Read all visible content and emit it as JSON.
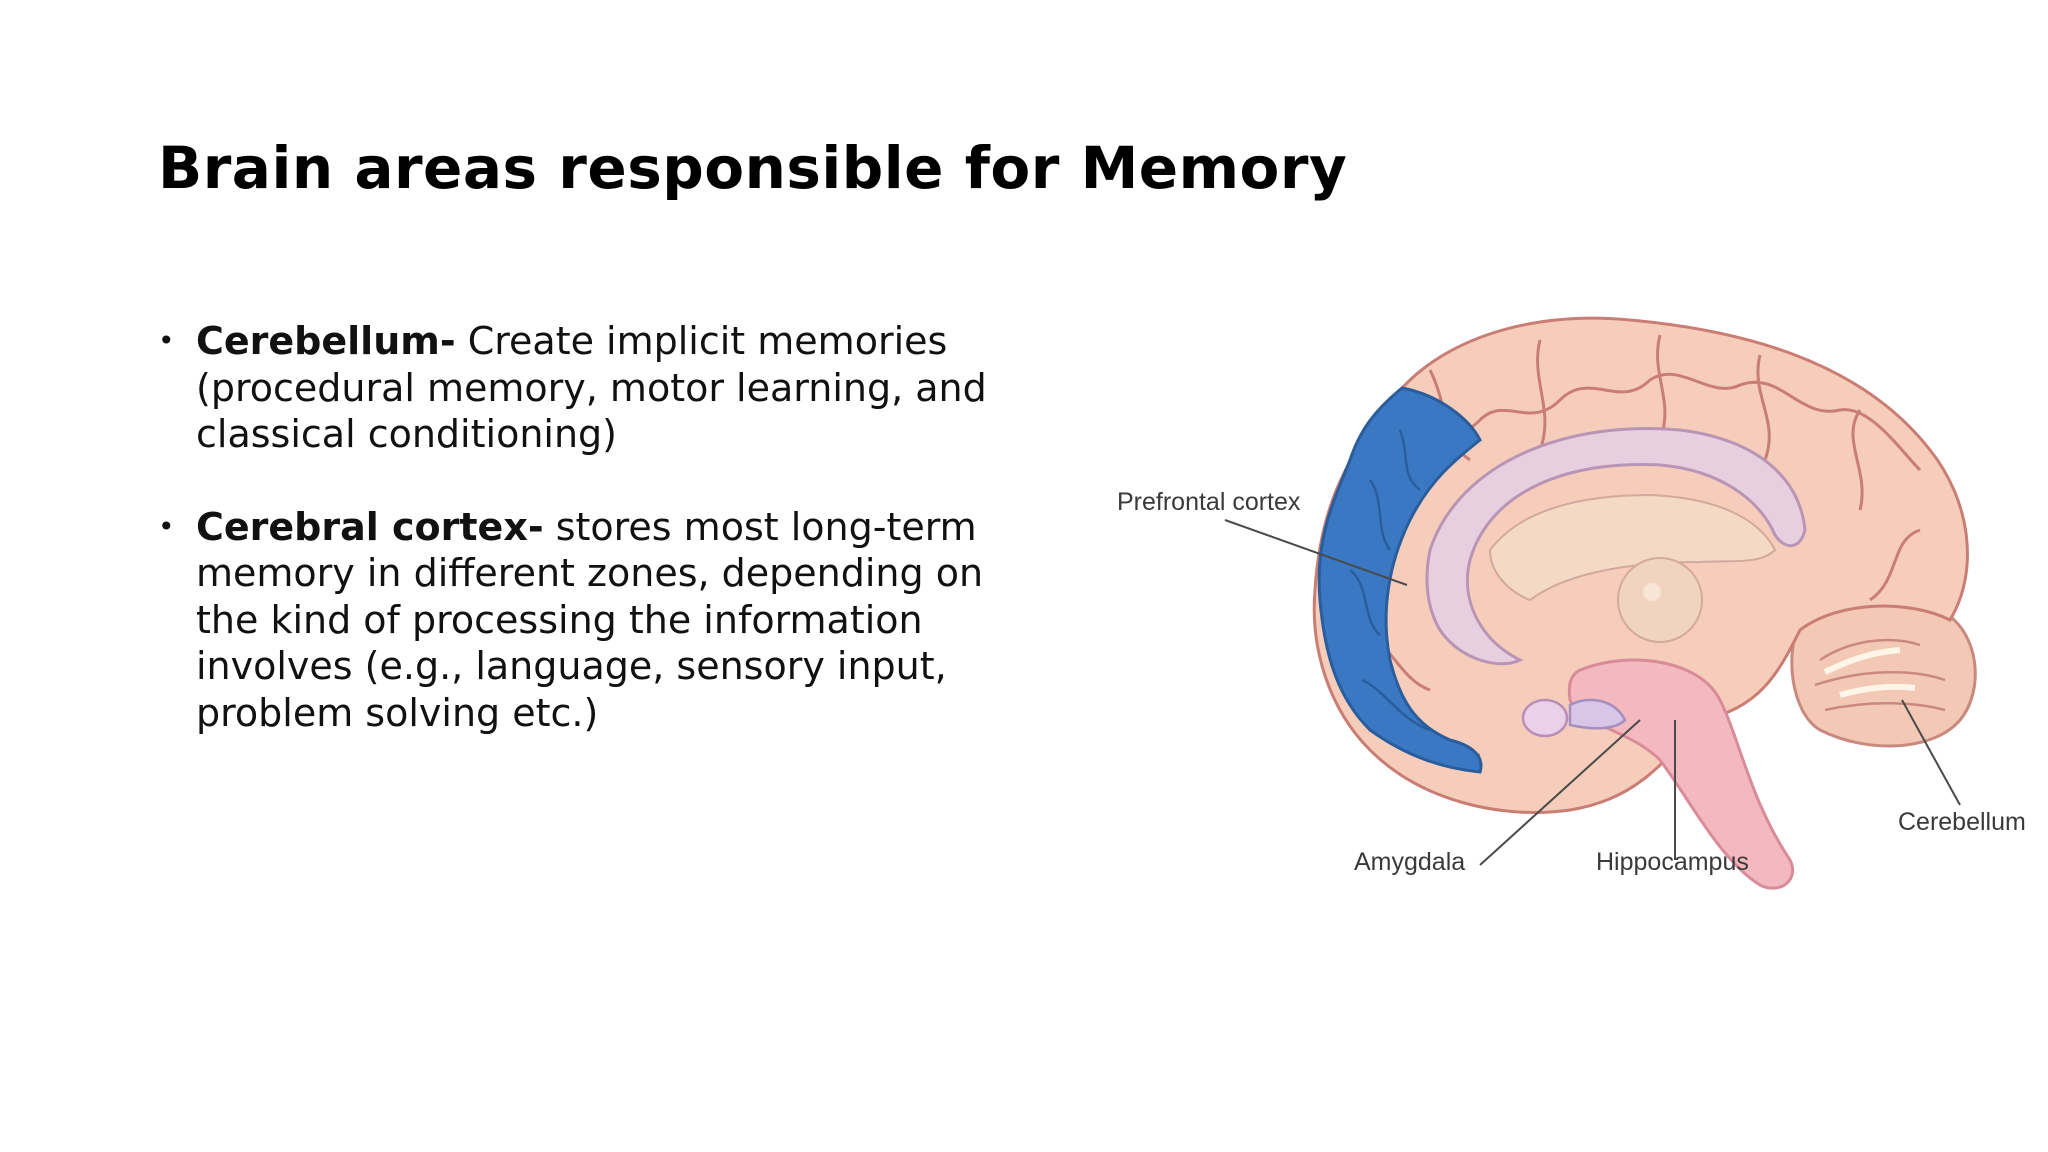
{
  "slide": {
    "title": "Brain areas responsible for Memory"
  },
  "bullets": [
    {
      "term": "Cerebellum-",
      "text": " Create implicit memories (procedural memory, motor learning, and classical conditioning)"
    },
    {
      "term": "Cerebral cortex-",
      "text": " stores most long-term memory in different zones, depending on the kind of processing the information involves (e.g., language, sensory input, problem solving etc.)"
    }
  ],
  "figure": {
    "labels": {
      "prefrontal": "Prefrontal cortex",
      "amygdala": "Amygdala",
      "hippocampus": "Hippocampus",
      "cerebellum": "Cerebellum"
    },
    "colors": {
      "cortex": "#f6cdbb",
      "gyri_lines": "#c97d73",
      "highlight_prefrontal": "#3a78c4",
      "limbic": "#e8cfe0",
      "brainstem": "#f4b8bf"
    }
  }
}
